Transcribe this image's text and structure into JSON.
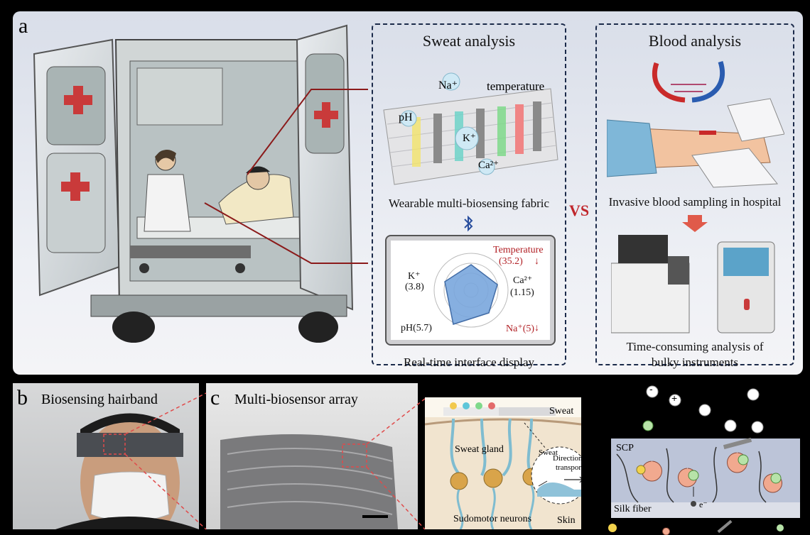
{
  "panel_a": {
    "label": "a",
    "sweat": {
      "title": "Sweat analysis",
      "ions": {
        "na": "Na⁺",
        "temperature": "temperature",
        "ph": "pH",
        "k": "K⁺",
        "ca": "Ca²⁺"
      },
      "fabric_caption": "Wearable multi-biosensing fabric",
      "display": {
        "temperature_label": "Temperature",
        "temperature_value": "(35.2)",
        "k_label": "K⁺",
        "k_value": "(3.8)",
        "ca_label": "Ca²⁺",
        "ca_value": "(1.15)",
        "ph_label": "pH(5.7)",
        "na_label": "Na⁺(5)",
        "down_arrow": "↓"
      },
      "display_caption": "Real-time interface display",
      "bluetooth_icon": "bluetooth-icon"
    },
    "vs": "VS",
    "blood": {
      "title": "Blood analysis",
      "sampling_caption": "Invasive blood sampling in hospital",
      "instrument_caption_line1": "Time-consuming analysis of",
      "instrument_caption_line2": "bulky instruments"
    },
    "colors": {
      "cross": "#c93a3a",
      "radar_fill": "#7aa7dd",
      "accent_red": "#b11f24",
      "box_border": "#1b2a4a"
    }
  },
  "panel_b": {
    "label": "b",
    "title": "Biosensing hairband"
  },
  "panel_c": {
    "label": "c",
    "title": "Multi-biosensor array"
  },
  "panel_d": {
    "sweat": "Sweat",
    "sweat_gland": "Sweat gland",
    "sweat_small": "Sweat",
    "directional_line1": "Directional",
    "directional_line2": "transport",
    "sudomotor": "Sudomotor neurons",
    "skin": "Skin"
  },
  "panel_e": {
    "scp": "SCP",
    "silk": "Silk fiber",
    "electron": "e⁻",
    "minus": "-",
    "plus": "+"
  }
}
